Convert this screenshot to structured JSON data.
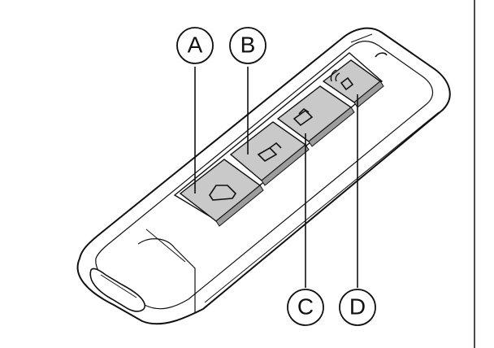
{
  "callouts": [
    {
      "label": "A"
    },
    {
      "label": "B"
    },
    {
      "label": "C"
    },
    {
      "label": "D"
    }
  ],
  "colors": {
    "outline": "#111111",
    "body": "#ffffff",
    "button": "#c9c9c9",
    "button_dark": "#b3b3b3"
  }
}
